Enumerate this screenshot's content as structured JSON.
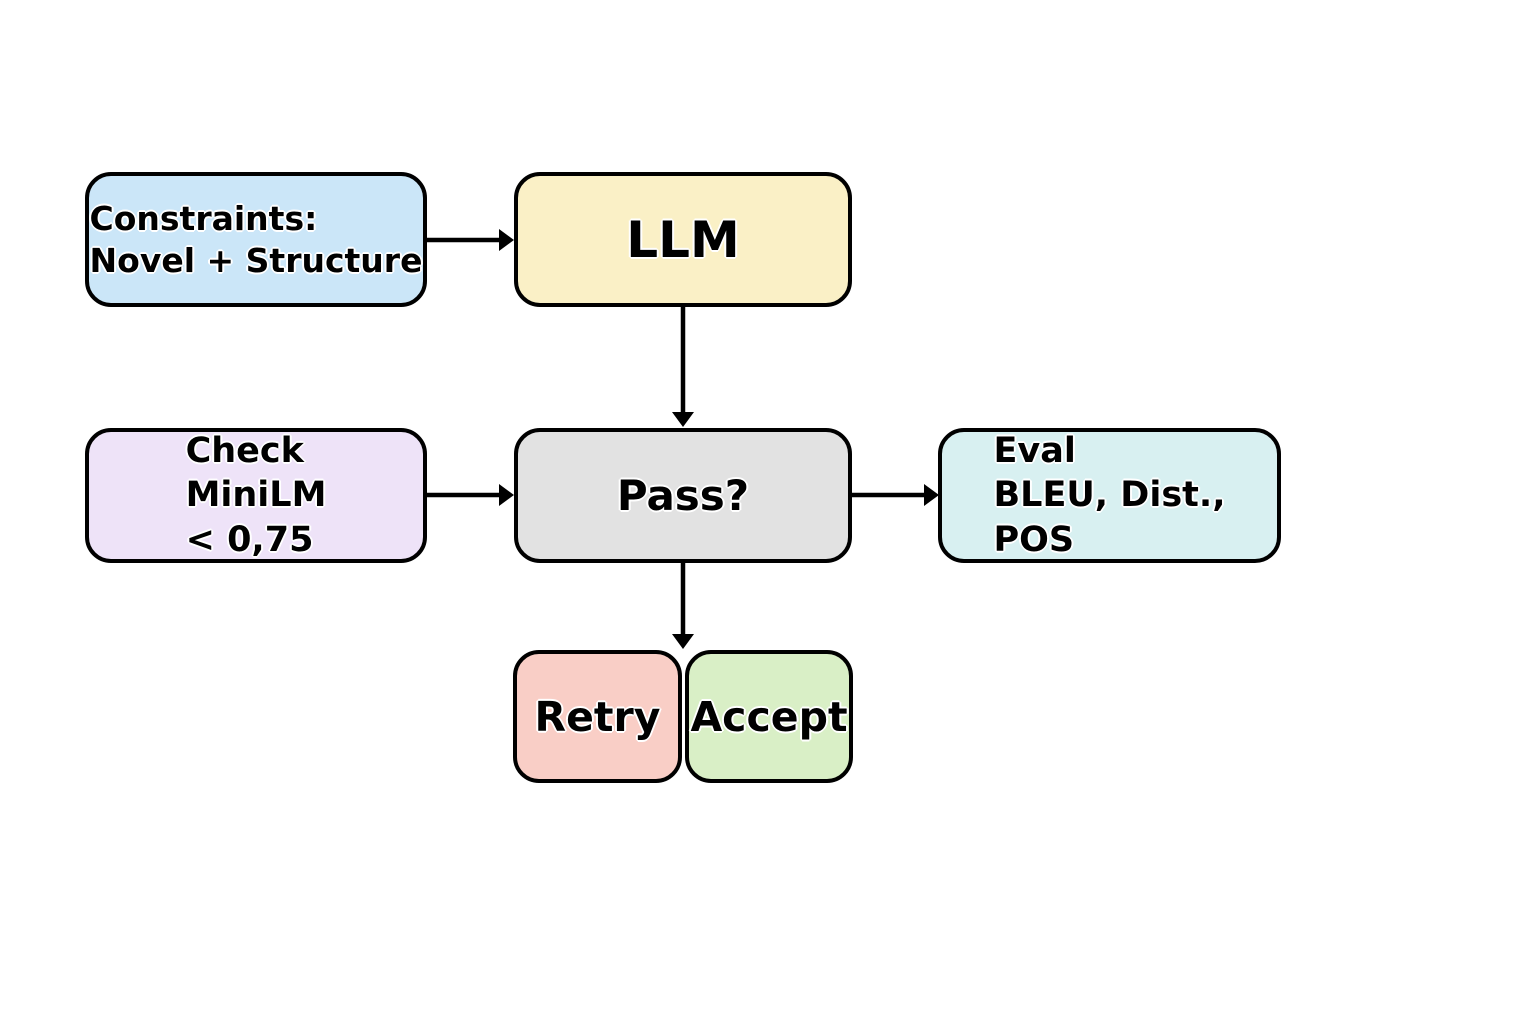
{
  "diagram": {
    "background_color": "#ffffff",
    "line_color": "#000000",
    "text_color": "#000000",
    "nodes": {
      "constraints": {
        "lines": [
          "Constraints:",
          "Novel + Structure"
        ],
        "fill": "#cbe6f8"
      },
      "llm": {
        "label": "LLM",
        "fill": "#faf0c6"
      },
      "check": {
        "lines": [
          "Check",
          "MiniLM",
          "< 0,75"
        ],
        "fill": "#eee3f8"
      },
      "pass": {
        "label": "Pass?",
        "fill": "#e2e2e2"
      },
      "eval": {
        "lines": [
          "Eval",
          "BLEU, Dist.,",
          "POS"
        ],
        "fill": "#d8f0f1"
      },
      "retry": {
        "label": "Retry",
        "fill": "#f9cec6"
      },
      "accept": {
        "label": "Accept",
        "fill": "#d9efc6"
      }
    },
    "edges": [
      {
        "from": "constraints",
        "to": "llm"
      },
      {
        "from": "llm",
        "to": "pass"
      },
      {
        "from": "check",
        "to": "pass"
      },
      {
        "from": "pass",
        "to": "eval"
      },
      {
        "from": "pass",
        "to": "retry-accept-junction"
      }
    ]
  }
}
